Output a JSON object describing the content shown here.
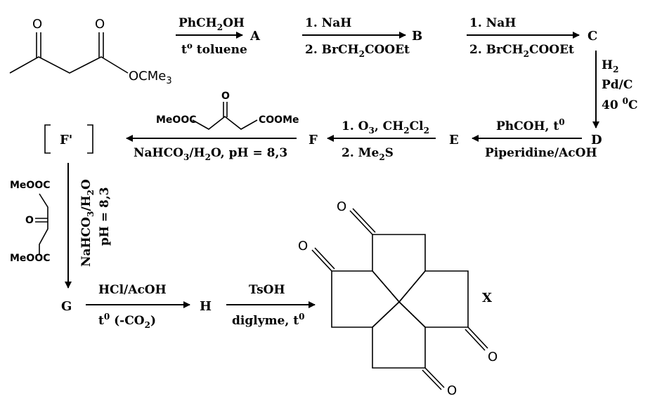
{
  "compounds": {
    "A": "A",
    "B": "B",
    "C": "C",
    "D": "D",
    "E": "E",
    "F": "F",
    "Fp": "F'",
    "G": "G",
    "H": "H",
    "X": "X"
  },
  "atoms": {
    "O": "O",
    "OCMe3": "OCMe",
    "sub3": "3",
    "MeOOC": "MeOOC",
    "COOMe": "COOMe"
  },
  "conditions": {
    "step1_top": "PhCH",
    "step1_top_sub": "2",
    "step1_top_end": "OH",
    "step1_bottom": "t",
    "step1_bottom_sup": "o",
    "step1_bottom_end": " toluene",
    "step2_top": "1. NaH",
    "step2_bottom": "2. BrCH",
    "step2_bottom_sub": "2",
    "step2_bottom_end": "COOEt",
    "step3_top": "1. NaH",
    "step3_bottom": "2. BrCH",
    "step3_bottom_sub": "2",
    "step3_bottom_end": "COOEt",
    "step4_line1": "H",
    "step4_line1_sub": "2",
    "step4_line2": "Pd/C",
    "step4_line3": "40 ",
    "step4_line3_sup": "0",
    "step4_line3_end": "C",
    "step5_top": "PhCOH, t",
    "step5_top_sup": "0",
    "step5_bottom": "Piperidine/AcOH",
    "step6_top": "1. O",
    "step6_top_sub": "3",
    "step6_top_end": ", CH",
    "step6_top_sub2": "2",
    "step6_top_end2": "Cl",
    "step6_top_sub3": "2",
    "step6_bottom": "2. Me",
    "step6_bottom_sub": "2",
    "step6_bottom_end": "S",
    "step7_bottom": "NaHCO",
    "step7_bottom_sub": "3",
    "step7_bottom_end": "/H",
    "step7_bottom_sub2": "2",
    "step7_bottom_end2": "O, pH = 8,3",
    "step8_line1": "NaHCO",
    "step8_line1_sub": "3",
    "step8_line1_end": "/H",
    "step8_line1_sub2": "2",
    "step8_line1_end2": "O",
    "step8_line2": "pH = 8,3",
    "step9_top": "HCl/AcOH",
    "step9_bottom": "t",
    "step9_bottom_sup": "0",
    "step9_bottom_end": " (-CO",
    "step9_bottom_sub": "2",
    "step9_bottom_end2": ")",
    "step10_top": "TsOH",
    "step10_bottom": "diglyme, t",
    "step10_bottom_sup": "0"
  }
}
